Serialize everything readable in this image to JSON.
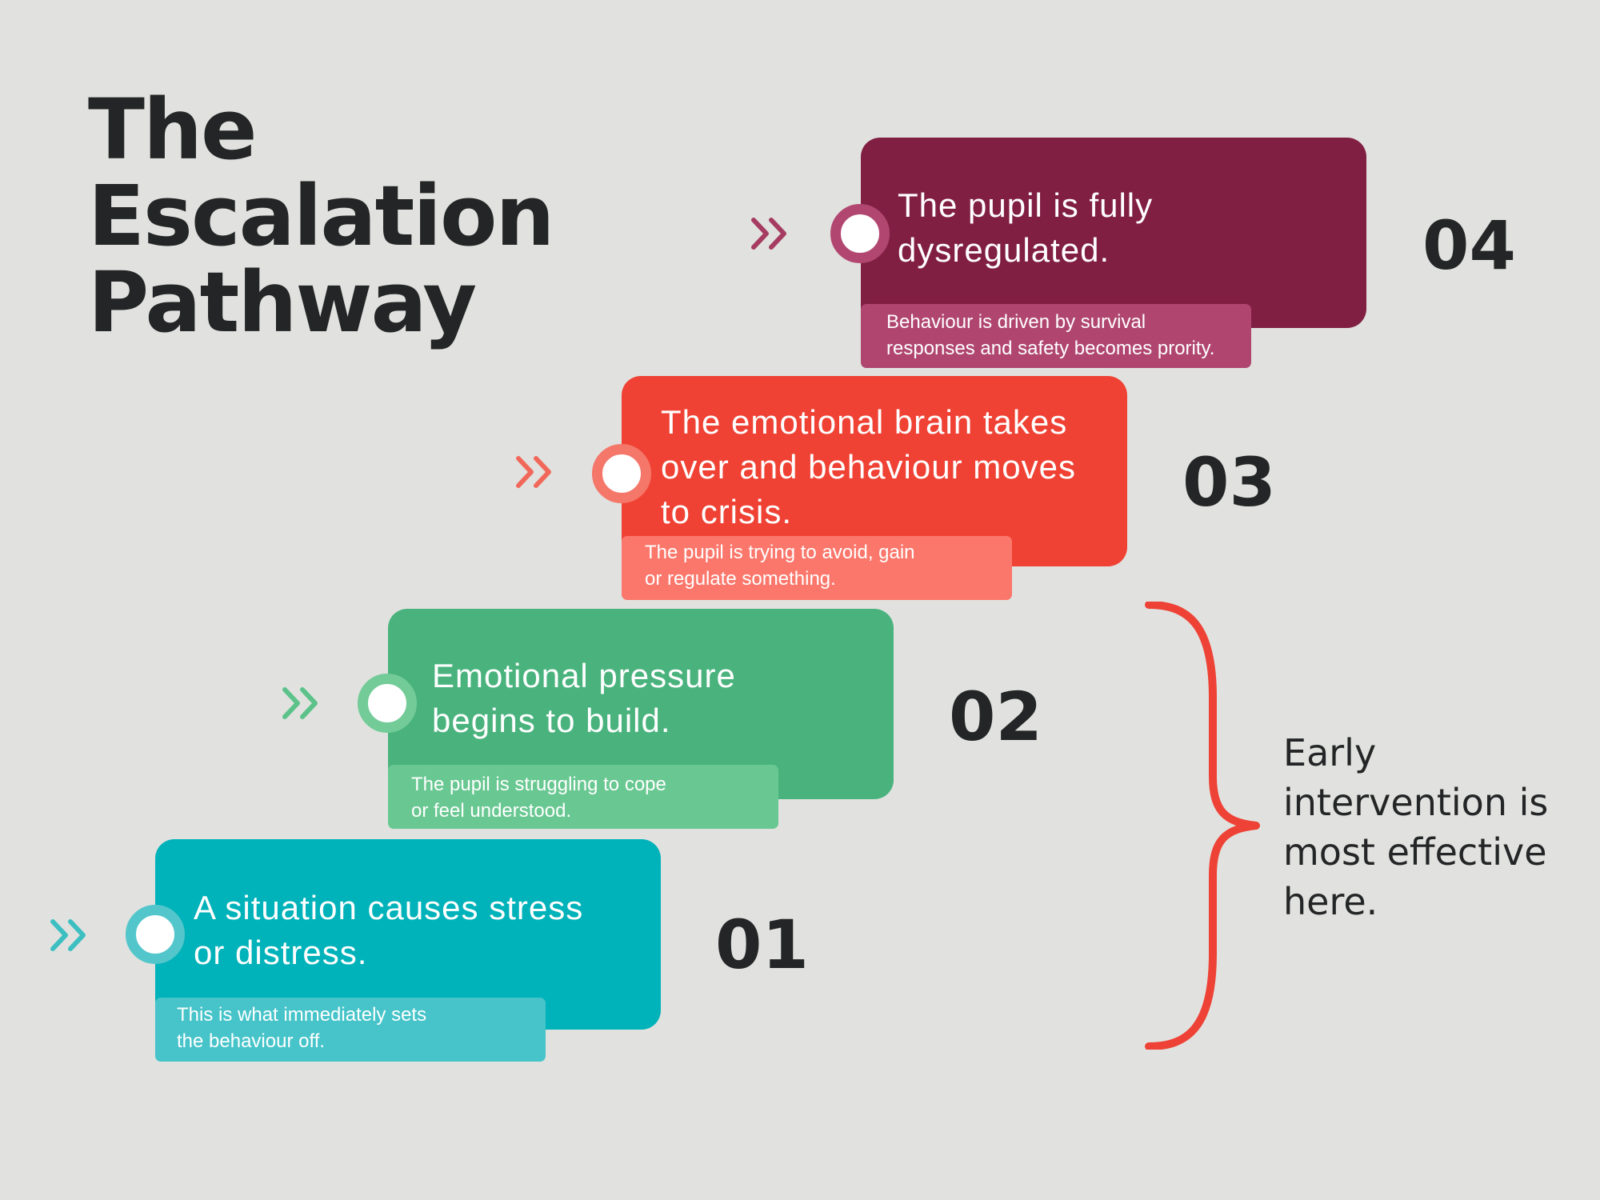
{
  "title": {
    "line1": "The",
    "line2": "Escalation",
    "line3": "Pathway"
  },
  "steps": [
    {
      "number": "01",
      "heading_line1": "A situation causes stress",
      "heading_line2": "or distress.",
      "desc_line1": "This is what immediately sets",
      "desc_line2": "the behaviour off.",
      "colors": {
        "box": "#00b2b9",
        "note": "#46c4c9",
        "ring": "#53c6cb",
        "chevron": "#3dbfc2"
      }
    },
    {
      "number": "02",
      "heading_line1": "Emotional pressure",
      "heading_line2": "begins to build.",
      "desc_line1": "The pupil is struggling to cope",
      "desc_line2": "or feel understood.",
      "colors": {
        "box": "#4ab37d",
        "note": "#69c892",
        "ring": "#73cb98",
        "chevron": "#5cc28a"
      }
    },
    {
      "number": "03",
      "heading_line1": "The emotional brain takes",
      "heading_line2": "over and behaviour moves",
      "heading_line3": "to crisis.",
      "desc_line1": "The pupil is trying to avoid, gain",
      "desc_line2": "or regulate something.",
      "colors": {
        "box": "#ef4234",
        "note": "#fb776b",
        "ring": "#f4776a",
        "chevron": "#f1685a"
      }
    },
    {
      "number": "04",
      "heading_line1": "The pupil is fully",
      "heading_line2": "dysregulated.",
      "desc_line1": "Behaviour is driven by survival",
      "desc_line2": "responses and safety becomes prority.",
      "colors": {
        "box": "#811f43",
        "note": "#b04670",
        "ring": "#b14770",
        "chevron": "#a63c62"
      }
    }
  ],
  "callout": {
    "line1": "Early",
    "line2": "intervention is",
    "line3": "most effective",
    "line4": "here.",
    "brace_color": "#ee4236"
  }
}
